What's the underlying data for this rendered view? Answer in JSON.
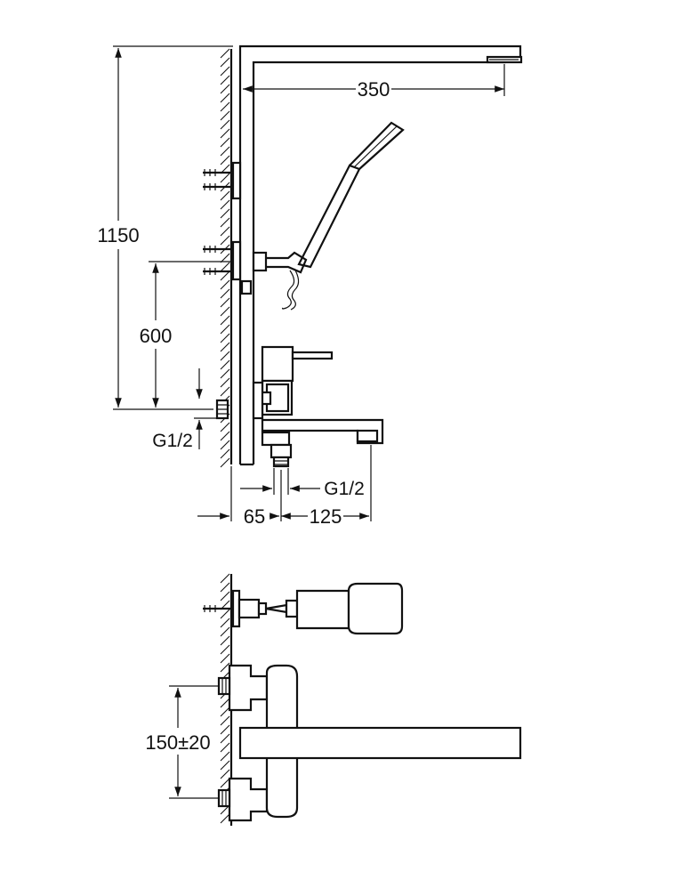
{
  "dimensions": {
    "top_reach": "350",
    "total_height": "1150",
    "inlet_height": "600",
    "thread_side": "G1/2",
    "thread_bottom": "G1/2",
    "wall_offset": "65",
    "spout_offset": "125",
    "inlet_spacing": "150±20"
  }
}
